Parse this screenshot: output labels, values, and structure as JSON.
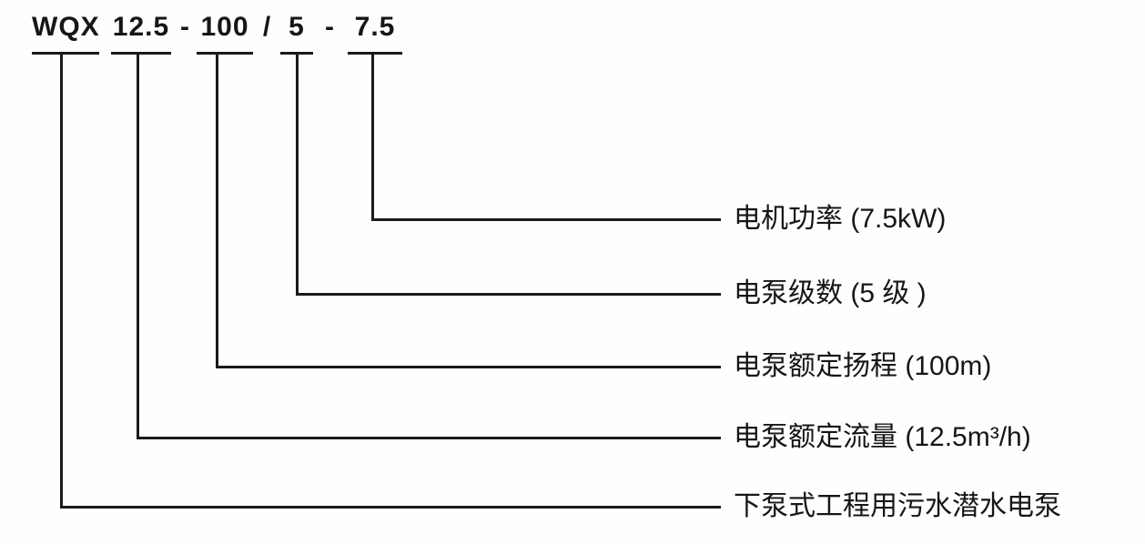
{
  "diagram_title": "pump model designation explanation",
  "model_code": {
    "full": "WQX12.5-100/5-7.5",
    "segments": [
      "WQX",
      "12.5",
      "100",
      "5",
      "7.5"
    ],
    "separators": [
      "-",
      "/",
      "-"
    ]
  },
  "callouts": [
    {
      "segment": "7.5",
      "label": "电机功率 (7.5kW)"
    },
    {
      "segment": "5",
      "label": "电泵级数 (5 级 )"
    },
    {
      "segment": "100",
      "label": "电泵额定扬程 (100m)"
    },
    {
      "segment": "12.5",
      "label": "电泵额定流量 (12.5m³/h)"
    },
    {
      "segment": "WQX",
      "label": "下泵式工程用污水潜水电泵"
    }
  ],
  "colors": {
    "line": "#1a1a1a",
    "text": "#161616",
    "background": "#ffffff"
  }
}
